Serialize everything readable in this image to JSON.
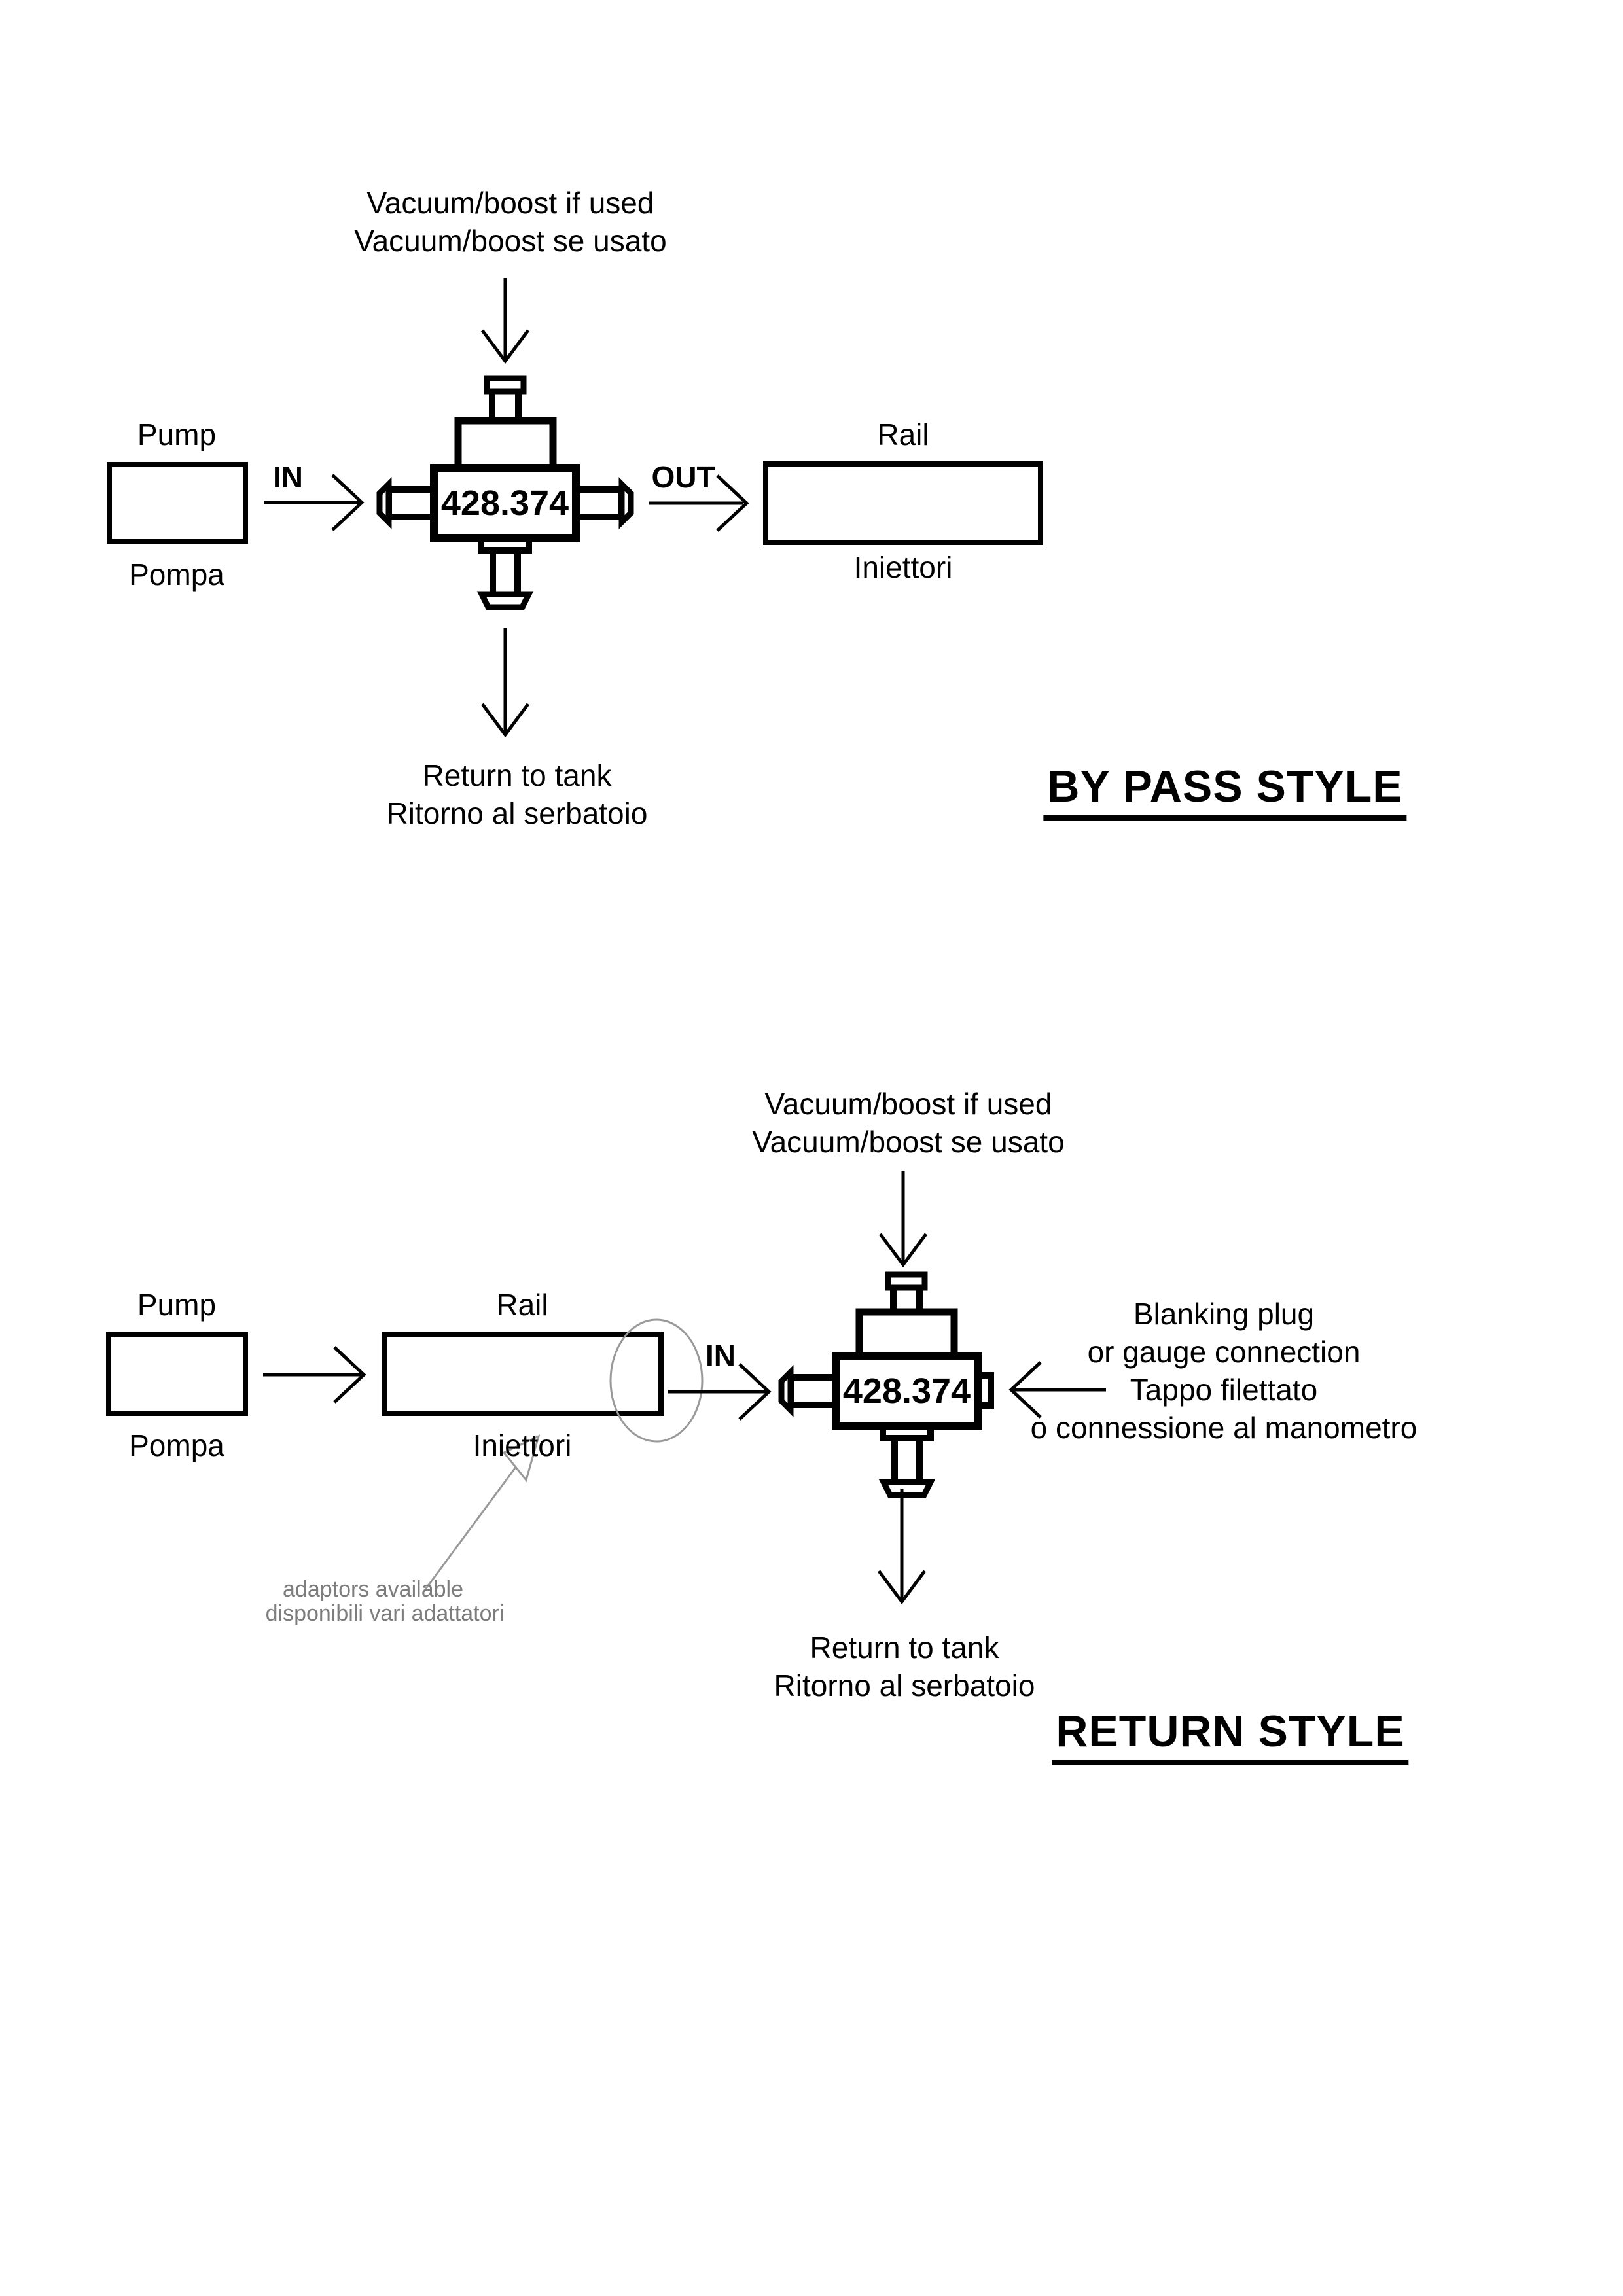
{
  "document": {
    "background": "#ffffff",
    "ink_color": "#000000",
    "annotation_color": "#7d7d7d",
    "callout_stroke_color": "#999999"
  },
  "regulator_label": "428.374",
  "bypass_diagram": {
    "heading": "BY PASS STYLE",
    "vacuum": {
      "line1": "Vacuum/boost if used",
      "line2": "Vacuum/boost se usato"
    },
    "pump": {
      "label_en": "Pump",
      "label_it": "Pompa"
    },
    "rail": {
      "label_en": "Rail",
      "label_it": "Iniettori"
    },
    "in_label": "IN",
    "out_label": "OUT",
    "return": {
      "line1": "Return to tank",
      "line2": "Ritorno al serbatoio"
    }
  },
  "return_diagram": {
    "heading": "RETURN STYLE",
    "vacuum": {
      "line1": "Vacuum/boost if used",
      "line2": "Vacuum/boost se usato"
    },
    "pump": {
      "label_en": "Pump",
      "label_it": "Pompa"
    },
    "rail": {
      "label_en": "Rail",
      "label_it": "Iniettori"
    },
    "in_label": "IN",
    "blanking": {
      "line1": "Blanking plug",
      "line2": "or gauge connection",
      "line3": "Tappo filettato",
      "line4": "o connessione al manometro"
    },
    "return": {
      "line1": "Return to tank",
      "line2": "Ritorno al serbatoio"
    },
    "adaptors": {
      "line1": "adaptors available",
      "line2": "disponibili vari adattatori"
    }
  }
}
